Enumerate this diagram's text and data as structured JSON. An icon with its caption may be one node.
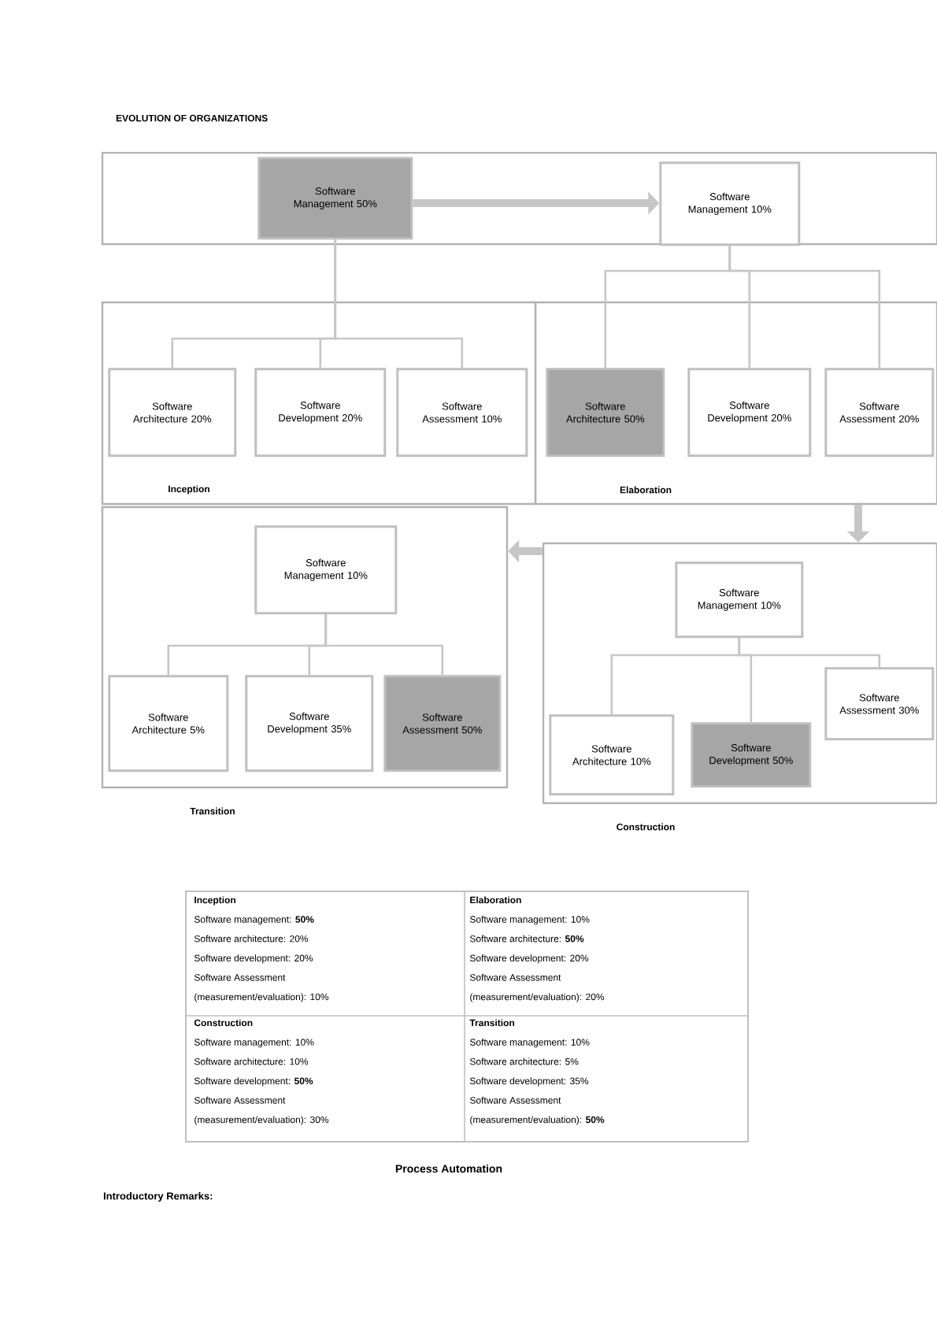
{
  "diagram": {
    "title": "EVOLUTION OF ORGANIZATIONS",
    "caption": "Process Automation",
    "nodes": [
      {
        "text": [],
        "shape": "box"
      },
      {
        "text": [
          "Inception"
        ]
      },
      {
        "text": [
          "Elaboration"
        ]
      },
      {
        "text": [
          "Transition"
        ]
      },
      {
        "text": [
          "Construction"
        ]
      },
      {
        "text": [
          "Software Management 50%"
        ],
        "in": 0
      },
      {
        "text": [
          "Software Management 10%"
        ],
        "in": 0
      },
      {
        "text": [
          "Software Architecture 20%"
        ],
        "in": 1
      },
      {
        "text": [
          "Software Development 20%"
        ],
        "in": 1
      },
      {
        "text": [
          "Software Assessment 10%"
        ],
        "in": 1
      },
      {
        "text": [
          "Software Architecture 50%"
        ],
        "in": 2
      },
      {
        "text": [
          "Software Development 20%"
        ],
        "in": 2
      },
      {
        "text": [
          "Software Assessment 20%"
        ],
        "in": 2
      },
      {
        "text": [
          "Software Management 10%"
        ],
        "in": 3
      },
      {
        "text": [
          "Software Architecture 5%"
        ],
        "in": 3
      },
      {
        "text": [
          "Software Development 35%"
        ],
        "in": 3
      },
      {
        "text": [
          "Software Assessment 50%"
        ],
        "in": 3
      },
      {
        "text": [
          "Software Management 10%"
        ],
        "in": 4
      },
      {
        "text": [
          "Software Assessment 30%"
        ],
        "in": 4
      },
      {
        "text": [
          "Software Architecture 10%"
        ],
        "in": 4
      },
      {
        "text": [
          "Software Development 50%"
        ],
        "in": 4
      }
    ],
    "edges": [
      {
        "from": 5,
        "to": 6,
        "arrow": "to",
        "style": "thick"
      },
      {
        "from": 6,
        "to": 10,
        "arrow": "none"
      },
      {
        "from": 6,
        "to": 11,
        "arrow": "none"
      },
      {
        "from": 6,
        "to": 12,
        "arrow": "none"
      },
      {
        "from": 5,
        "to": 7,
        "arrow": "none"
      },
      {
        "from": 5,
        "to": 8,
        "arrow": "none"
      },
      {
        "from": 5,
        "to": 9,
        "arrow": "none"
      },
      {
        "from": 2,
        "to": 4,
        "arrow": "to",
        "style": "thick"
      },
      {
        "from": 4,
        "to": 3,
        "arrow": "to",
        "style": "thick"
      },
      {
        "from": 13,
        "to": 14,
        "arrow": "none"
      },
      {
        "from": 13,
        "to": 15,
        "arrow": "none"
      },
      {
        "from": 13,
        "to": 16,
        "arrow": "none"
      },
      {
        "from": 17,
        "to": 18,
        "arrow": "none"
      },
      {
        "from": 17,
        "to": 19,
        "arrow": "none"
      },
      {
        "from": 17,
        "to": 20,
        "arrow": "none"
      }
    ],
    "labels": [
      "Inception",
      "Software management: **50%**",
      "Software architecture: 20%",
      "Software development: 20%",
      "Software Assessment",
      "(measurement/evaluation): 10%",
      "Elaboration",
      "Software management: 10%",
      "Software architecture: **50%**",
      "Software development: 20%",
      "Software Assessment",
      "(measurement/evaluation): 20%",
      "Construction",
      "Software management: 10%",
      "Software architecture: 10%",
      "Software development: **50%**",
      "Software Assessment",
      "(measurement/evaluation): 30%",
      "Transition",
      "Software management: 10%",
      "Software architecture: 5%",
      "Software development: 35%",
      "Software Assessment",
      "(measurement/evaluation): **50%**",
      "Introductory Remarks:"
    ]
  }
}
